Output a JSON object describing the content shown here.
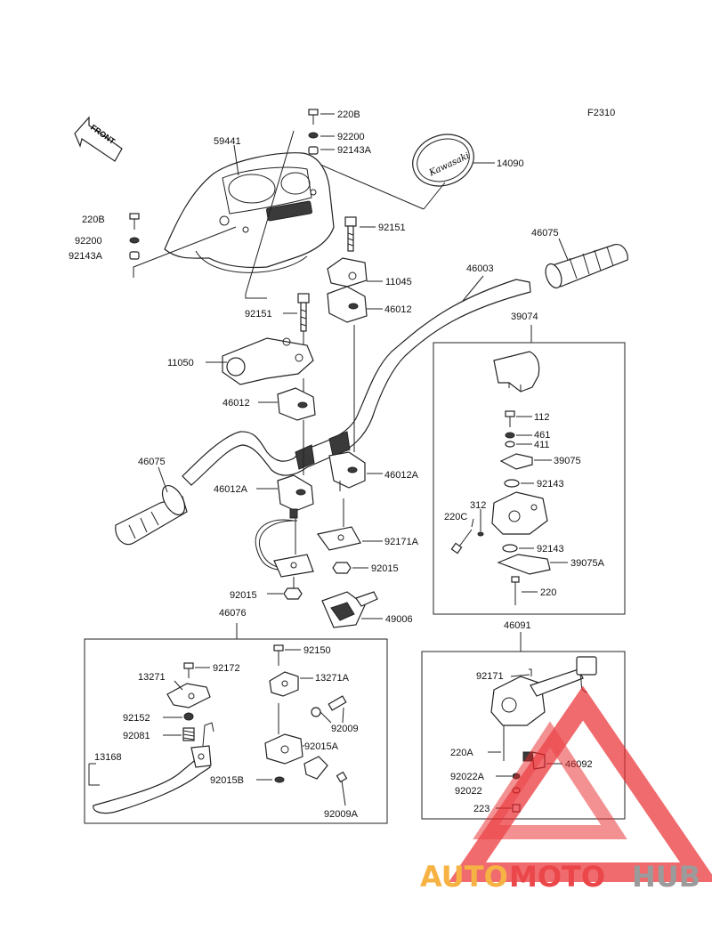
{
  "figure_code": "F2310",
  "front_arrow_text": "FRONT",
  "labels": {
    "p220B_top": "220B",
    "p92200_top": "92200",
    "p92143A_top": "92143A",
    "p59441": "59441",
    "p14090": "14090",
    "p220B_left": "220B",
    "p92200_left": "92200",
    "p92143A_left": "92143A",
    "p92151_right": "92151",
    "p46075_right": "46075",
    "p46003": "46003",
    "p11045": "11045",
    "p46012_top": "46012",
    "p92151_left": "92151",
    "p39074": "39074",
    "p11050": "11050",
    "p46012_mid": "46012",
    "p112": "112",
    "p461": "461",
    "p411": "411",
    "p39075": "39075",
    "p46075_left": "46075",
    "p46012A_right": "46012A",
    "p46012A_left": "46012A",
    "p92143_a": "92143",
    "p220C": "220C",
    "p312": "312",
    "p92171A": "92171A",
    "p92143_b": "92143",
    "p92015_right": "92015",
    "p39075A": "39075A",
    "p220": "220",
    "p92015_left": "92015",
    "p46076": "46076",
    "p49006": "49006",
    "p46091": "46091",
    "p92150": "92150",
    "p92172": "92172",
    "p13271": "13271",
    "p13271A": "13271A",
    "p92171": "92171",
    "p92152": "92152",
    "p92009": "92009",
    "p92081": "92081",
    "p92015A": "92015A",
    "p220A": "220A",
    "p13168": "13168",
    "p92015B": "92015B",
    "p46092": "46092",
    "p92022A": "92022A",
    "p92022": "92022",
    "p92009A": "92009A",
    "p223": "223"
  },
  "logo_word": "Kawasaki",
  "watermark": {
    "part1": "AUTO",
    "part2": "MOTO",
    "part3": "HUB",
    "color1": "#f5a623",
    "color2": "#e8262a",
    "color3": "#8a8a8a"
  }
}
